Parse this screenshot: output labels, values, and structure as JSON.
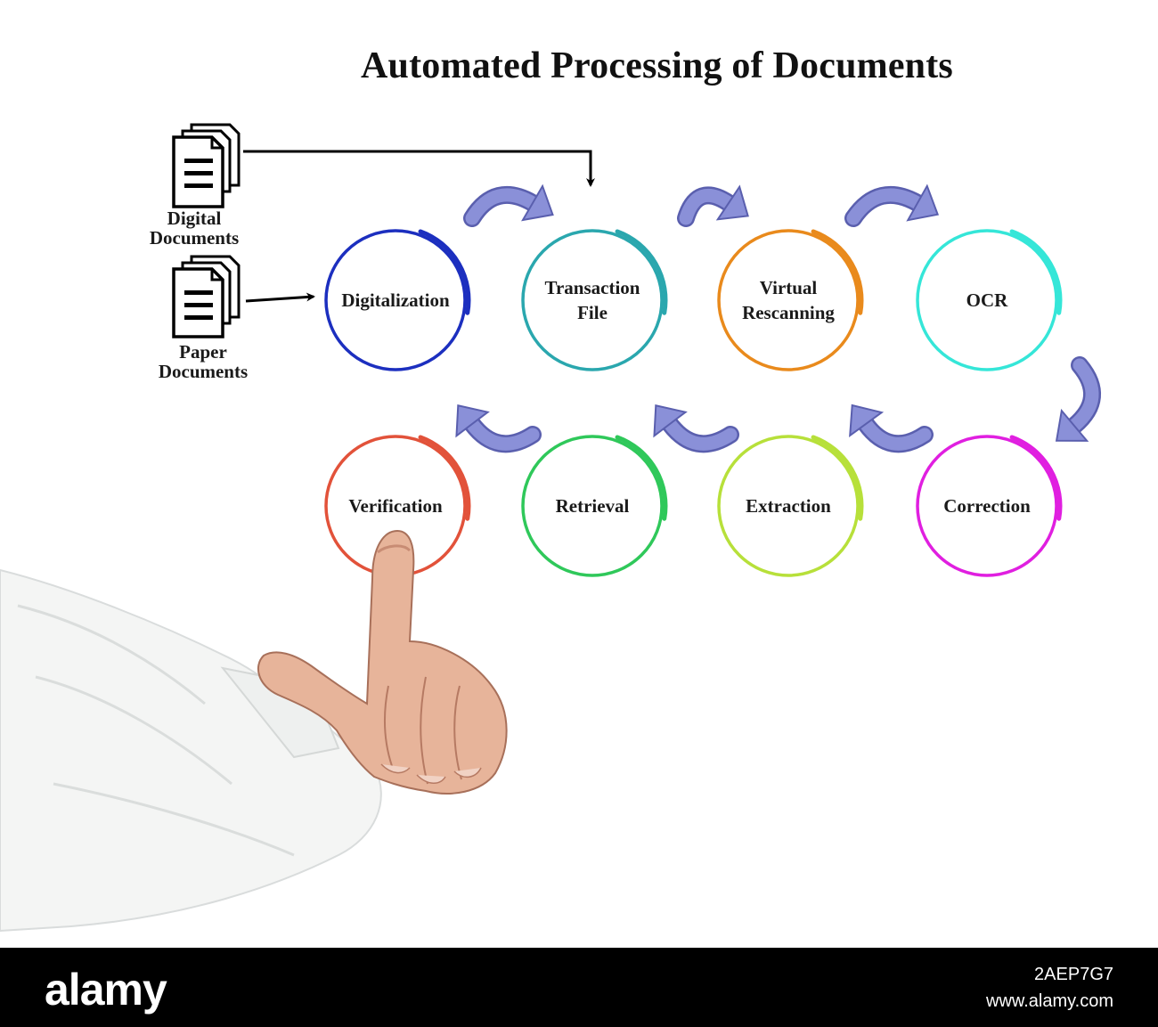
{
  "title": "Automated Processing of Documents",
  "sources": {
    "digital": "Digital\nDocuments",
    "paper": "Paper\nDocuments"
  },
  "steps": [
    {
      "label": "Digitalization",
      "color": "#1c2fbf"
    },
    {
      "label": "Transaction\nFile",
      "color": "#2aa7ae"
    },
    {
      "label": "Virtual\nRescanning",
      "color": "#e98a1c"
    },
    {
      "label": "OCR",
      "color": "#35e6d8"
    },
    {
      "label": "Correction",
      "color": "#e01fe0"
    },
    {
      "label": "Extraction",
      "color": "#b7e03a"
    },
    {
      "label": "Retrieval",
      "color": "#2fc85a"
    },
    {
      "label": "Verification",
      "color": "#e2523a"
    }
  ],
  "arrow_color": "#8a90d8",
  "watermark": {
    "brand": "alamy",
    "image_id": "2AEP7G7",
    "url": "www.alamy.com"
  }
}
